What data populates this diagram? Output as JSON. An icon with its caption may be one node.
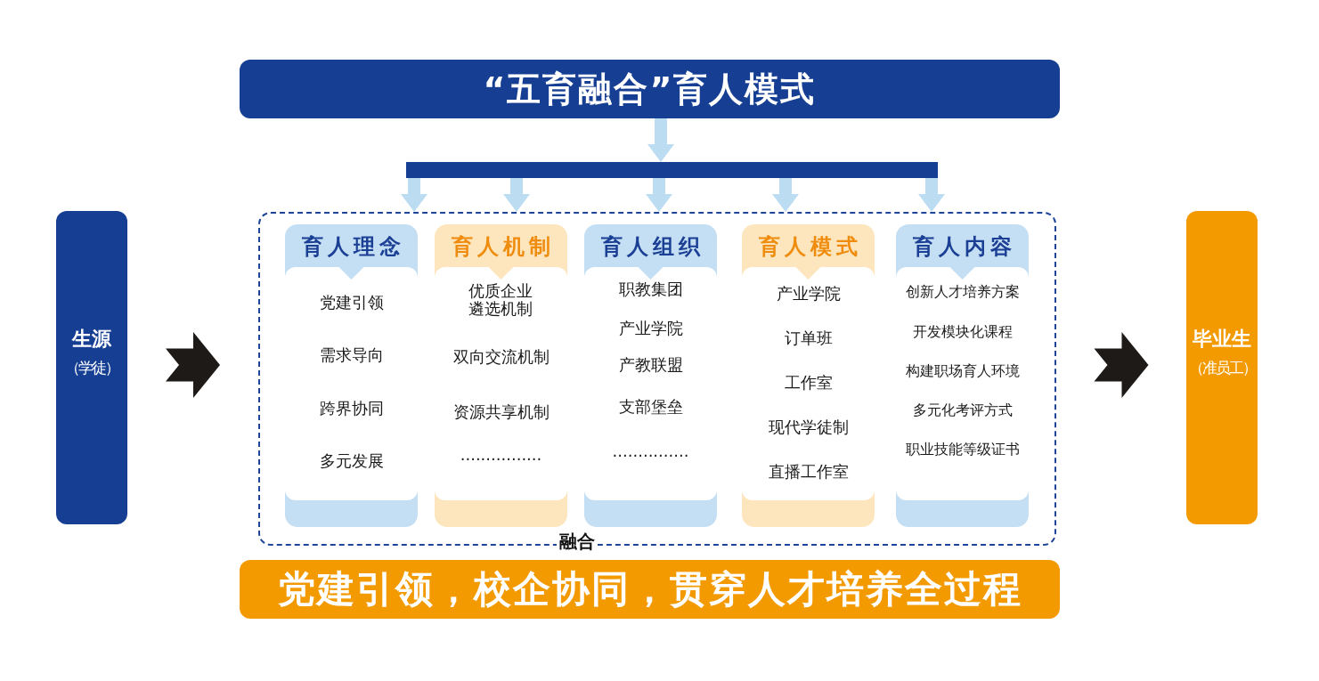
{
  "diagram": {
    "nodes": [
      {
        "text": [
          "“五育融合”育人模式"
        ]
      },
      {
        "text": [],
        "shape": "bar"
      },
      {
        "text": [
          "融合"
        ]
      },
      {
        "text": [
          "育人理念",
          "党建引领",
          "需求导向",
          "跨界协同",
          "多元发展"
        ],
        "in": 2
      },
      {
        "text": [
          "育人机制",
          "优质企业遴选机制",
          "双向交流机制",
          "资源共享机制",
          "................"
        ],
        "in": 2
      },
      {
        "text": [
          "育人组织",
          "职教集团",
          "产业学院",
          "产教联盟",
          "支部堡垒",
          "..............."
        ],
        "in": 2
      },
      {
        "text": [
          "育人模式",
          "产业学院",
          "订单班",
          "工作室",
          "现代学徒制",
          "直播工作室"
        ],
        "in": 2
      },
      {
        "text": [
          "育人内容",
          "创新人才培养方案",
          "开发模块化课程",
          "构建职场育人环境",
          "多元化考评方式",
          "职业技能等级证书"
        ],
        "in": 2
      },
      {
        "text": [
          "生源",
          "（学徒）"
        ]
      },
      {
        "text": [
          "毕业生",
          "（准员工）"
        ]
      },
      {
        "text": [
          "党建引领，校企协同，贯穿人才培养全过程"
        ]
      }
    ],
    "edges": [
      {
        "from": 0,
        "to": 1,
        "arrow": "to"
      },
      {
        "from": 1,
        "to": 2,
        "arrow": "to"
      },
      {
        "from": 1,
        "to": 2,
        "arrow": "to"
      },
      {
        "from": 1,
        "to": 2,
        "arrow": "to"
      },
      {
        "from": 1,
        "to": 2,
        "arrow": "to"
      },
      {
        "from": 1,
        "to": 2,
        "arrow": "to"
      },
      {
        "from": 8,
        "to": 2,
        "arrow": "to",
        "style": "thick",
        "color": "#1e1a17"
      },
      {
        "from": 2,
        "to": 9,
        "arrow": "to",
        "style": "thick",
        "color": "#1e1a17"
      }
    ]
  }
}
